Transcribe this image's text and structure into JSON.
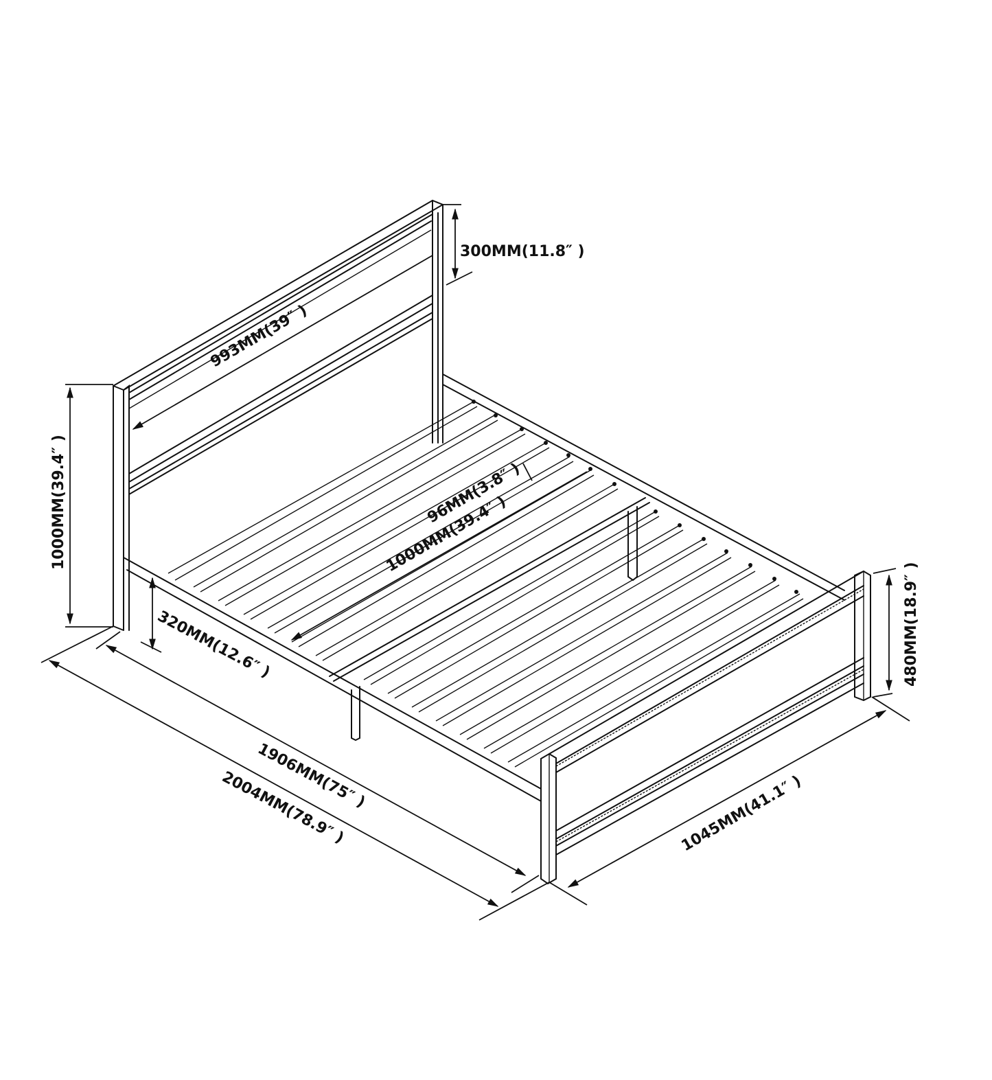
{
  "diagram": {
    "subject": "bed frame dimension drawing",
    "colors": {
      "line": "#111111",
      "background": "#ffffff"
    },
    "dimensions": {
      "headboard_panel_height": "300MM(11.8″ )",
      "headboard_inner_width": "993MM(39″ )",
      "headboard_total_height": "1000MM(39.4″ )",
      "slat_spacing": "96MM(3.8″ )",
      "slat_length": "1000MM(39.4″ )",
      "under_bed_clearance": "320MM(12.6″ )",
      "inner_length": "1906MM(75″ )",
      "overall_length": "2004MM(78.9″ )",
      "overall_width": "1045MM(41.1″ )",
      "footboard_height": "480MM(18.9″ )"
    }
  }
}
